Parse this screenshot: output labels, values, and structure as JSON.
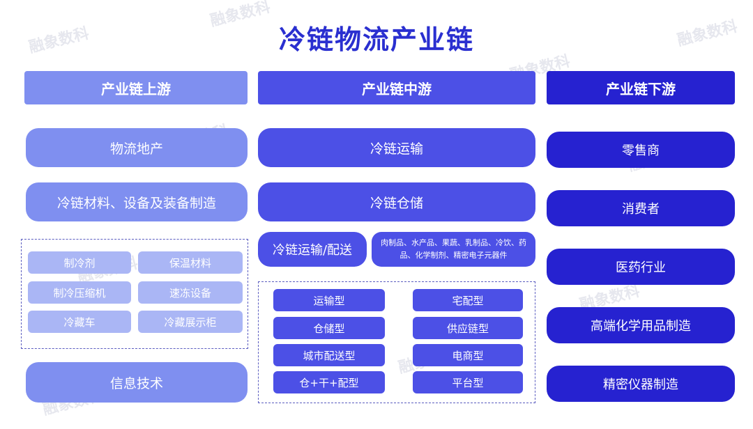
{
  "title": "冷链物流产业链",
  "watermark": "融象数科",
  "columns": {
    "upstream": {
      "header": "产业链上游",
      "items": [
        "物流地产",
        "冷链材料、设备及装备制造"
      ],
      "equipment": [
        "制冷剂",
        "保温材料",
        "制冷压缩机",
        "速冻设备",
        "冷藏车",
        "冷藏展示柜"
      ],
      "last": "信息技术"
    },
    "midstream": {
      "header": "产业链中游",
      "items": [
        "冷链运输",
        "冷链仓储"
      ],
      "delivery": "冷链运输/配送",
      "products": "肉制品、水产品、果蔬、乳制品、冷饮、药品、化学制剂、精密电子元器件",
      "types_left": [
        "运输型",
        "仓储型",
        "城市配送型",
        "仓+干+配型"
      ],
      "types_right": [
        "宅配型",
        "供应链型",
        "电商型",
        "平台型"
      ]
    },
    "downstream": {
      "header": "产业链下游",
      "items": [
        "零售商",
        "消费者",
        "医药行业",
        "高端化学用品制造",
        "精密仪器制造"
      ]
    }
  },
  "colors": {
    "title": "#2a2fd0",
    "upstream": "#7f8ff0",
    "midstream": "#4c50e6",
    "downstream": "#2622d0"
  }
}
